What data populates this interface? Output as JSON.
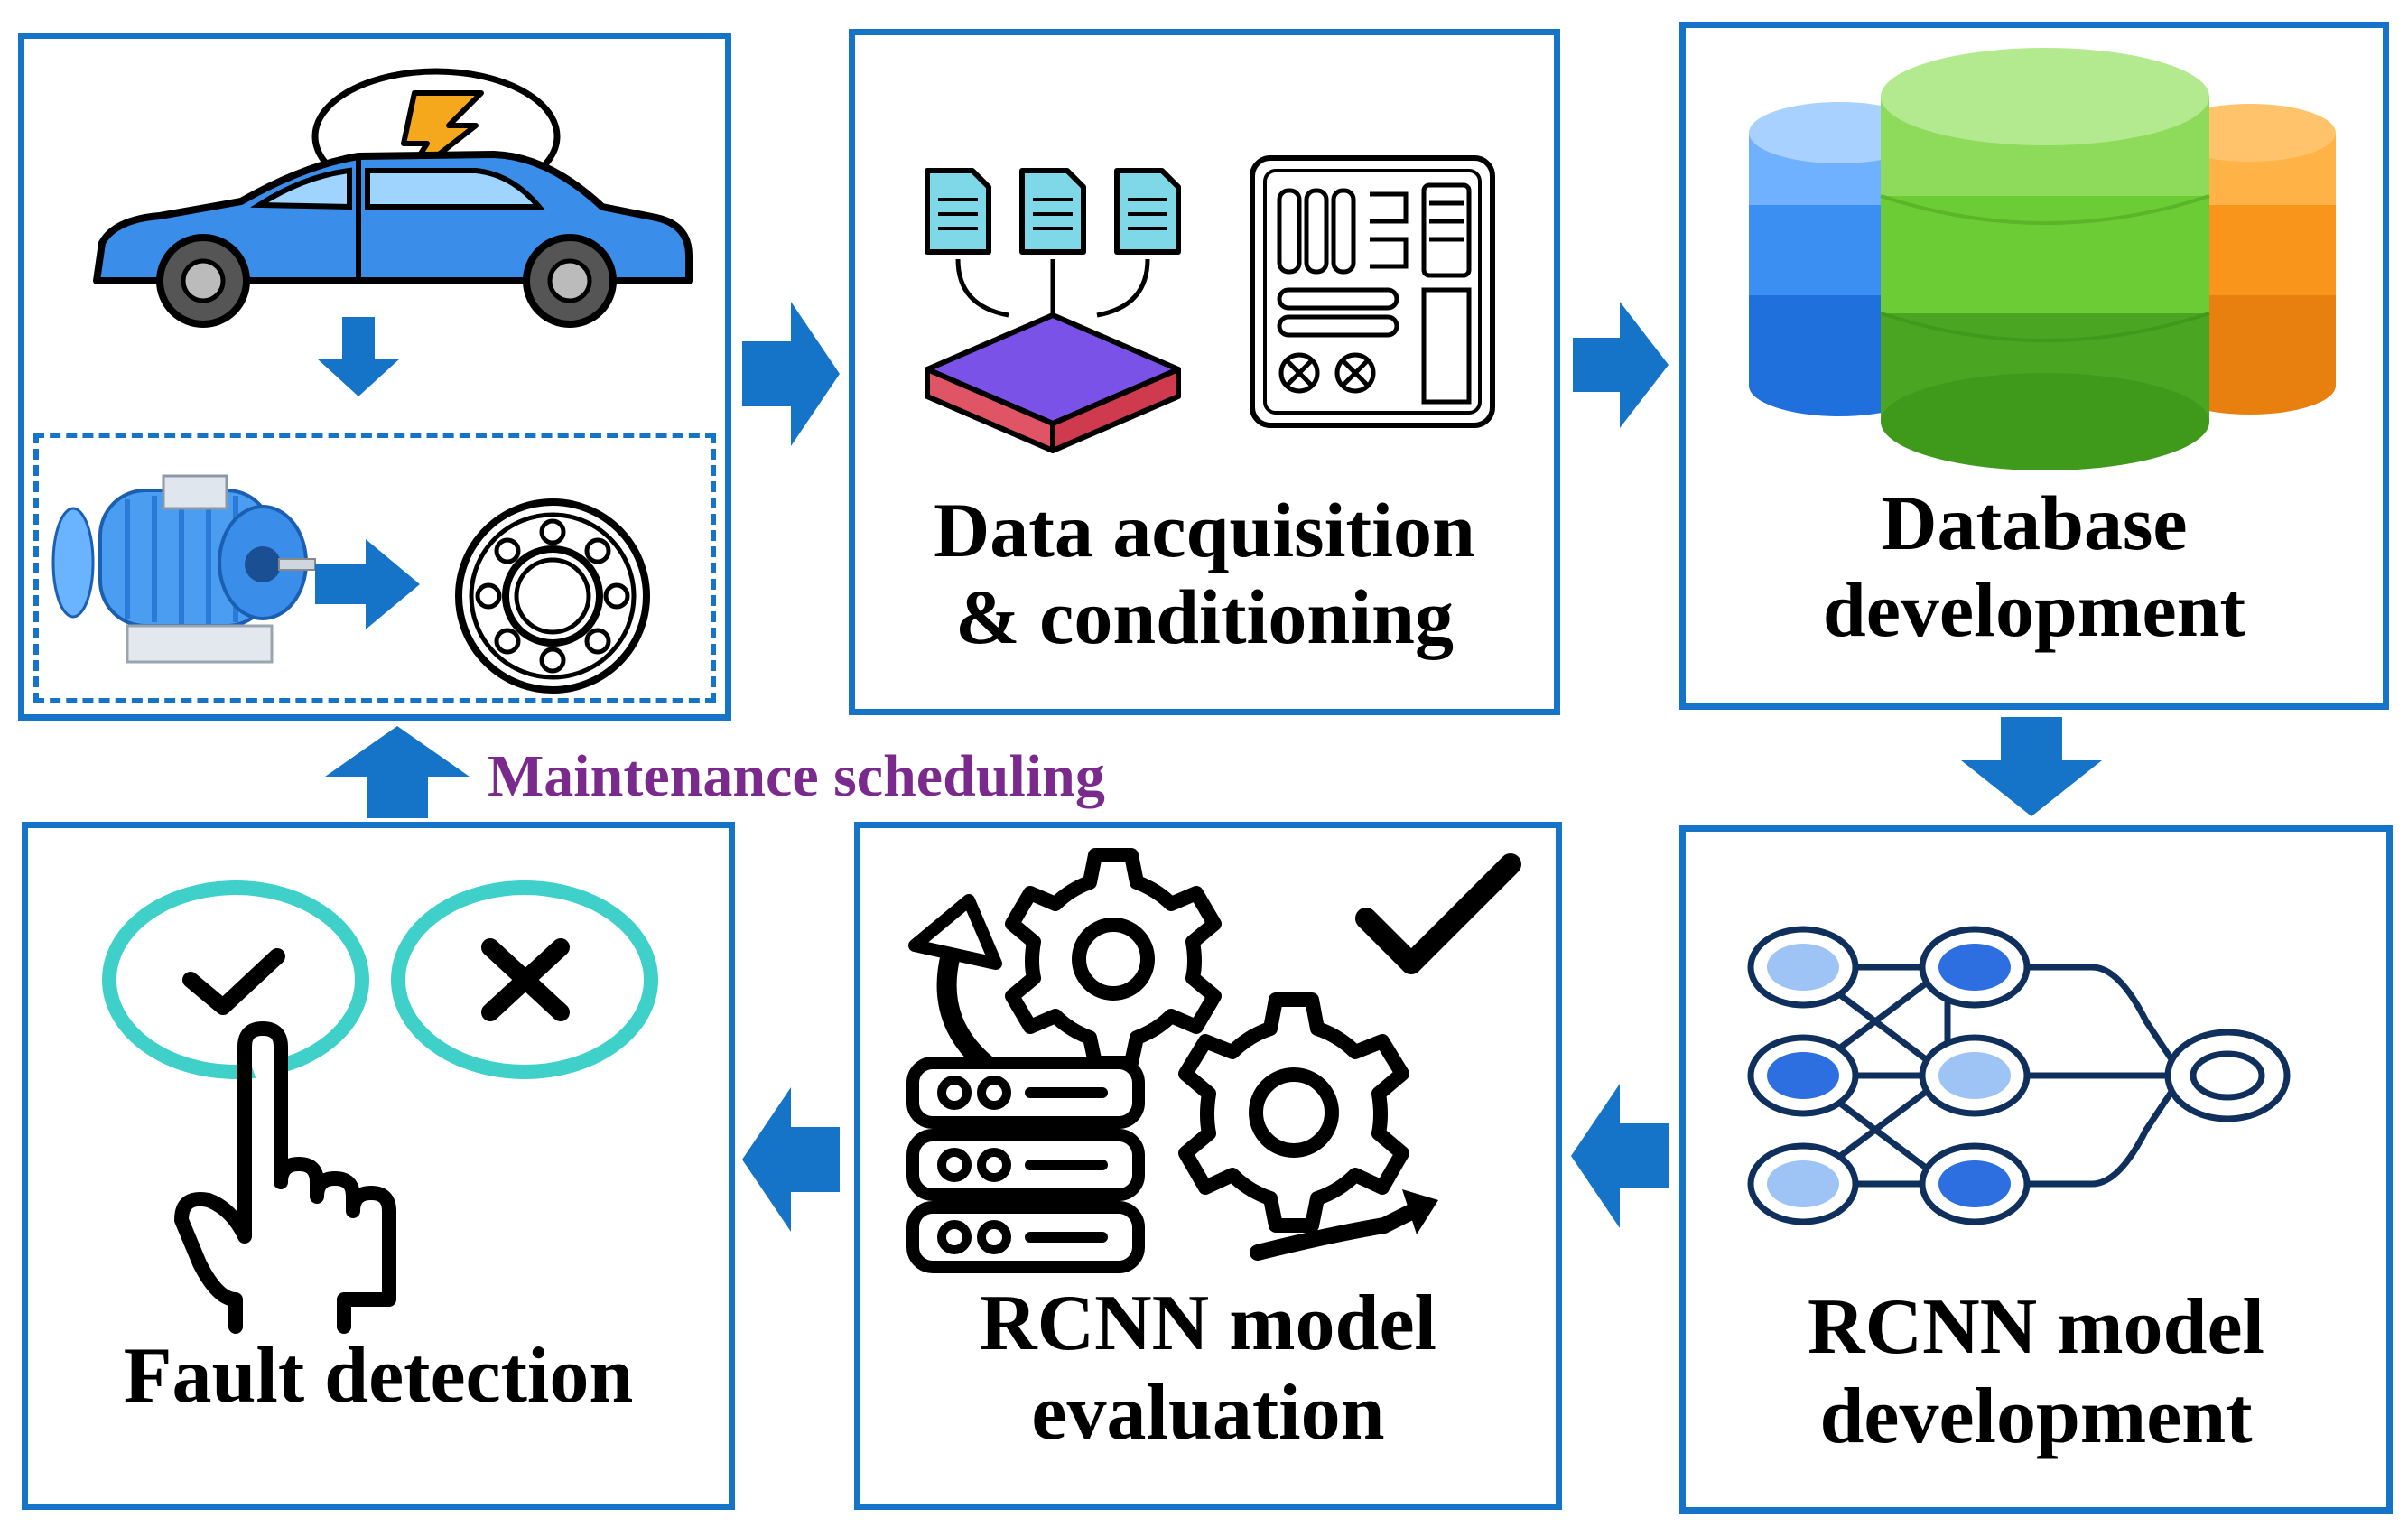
{
  "stages": {
    "ev": {
      "icons": [
        "electric-car-icon",
        "down-arrow-icon",
        "electric-motor-icon",
        "right-arrow-icon",
        "bearing-icon"
      ]
    },
    "acquisition": {
      "line1": "Data acquisition",
      "line2": "& conditioning",
      "icons": [
        "documents-merge-icon",
        "circuit-board-icon"
      ]
    },
    "database": {
      "line1": "Database",
      "line2": "development",
      "icons": [
        "database-cylinders-icon"
      ]
    },
    "rcnn_dev": {
      "line1": "RCNN model",
      "line2": "development",
      "icons": [
        "neural-network-icon"
      ]
    },
    "rcnn_eval": {
      "line1": "RCNN model",
      "line2": "evaluation",
      "icons": [
        "gears-refresh-icon",
        "checkmark-icon",
        "server-rack-icon"
      ]
    },
    "fault": {
      "line1": "Fault detection",
      "icons": [
        "check-circle-icon",
        "cross-circle-icon",
        "pointing-hand-icon"
      ]
    }
  },
  "feedback_label": "Maintenance scheduling",
  "colors": {
    "box_border": "#1674c8",
    "arrow": "#1674c8",
    "feedback_text": "#7a2a8c",
    "teal": "#3fd0c9"
  }
}
